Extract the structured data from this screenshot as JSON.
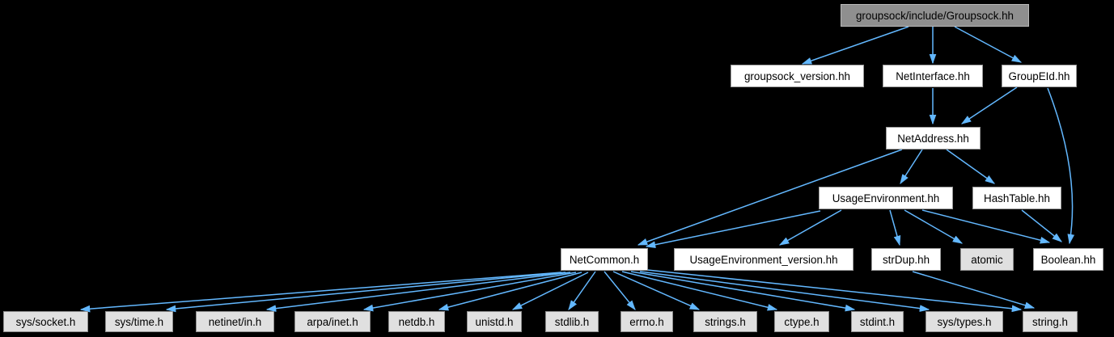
{
  "diagram": {
    "type": "include-dependency-graph",
    "root": "groupsock/include/Groupsock.hh"
  },
  "colors": {
    "background": "#000000",
    "edge": "#63b8ff",
    "node_fill": "#ffffff",
    "node_border": "#9a9a9a",
    "leaf_fill": "#e0e0e0",
    "root_fill": "#8f8f8f",
    "text": "#000000"
  },
  "nodes": {
    "root": {
      "label": "groupsock/include/Groupsock.hh",
      "kind": "root"
    },
    "groupsock_version": {
      "label": "groupsock_version.hh",
      "kind": "file"
    },
    "netinterface": {
      "label": "NetInterface.hh",
      "kind": "file"
    },
    "groupeid": {
      "label": "GroupEId.hh",
      "kind": "file"
    },
    "netaddress": {
      "label": "NetAddress.hh",
      "kind": "file"
    },
    "usageenvironment": {
      "label": "UsageEnvironment.hh",
      "kind": "file"
    },
    "hashtable": {
      "label": "HashTable.hh",
      "kind": "file"
    },
    "netcommon": {
      "label": "NetCommon.h",
      "kind": "file"
    },
    "ue_version": {
      "label": "UsageEnvironment_version.hh",
      "kind": "file"
    },
    "strdup": {
      "label": "strDup.hh",
      "kind": "file"
    },
    "atomic": {
      "label": "atomic",
      "kind": "external"
    },
    "boolean": {
      "label": "Boolean.hh",
      "kind": "file"
    },
    "sys_socket": {
      "label": "sys/socket.h",
      "kind": "external"
    },
    "sys_time": {
      "label": "sys/time.h",
      "kind": "external"
    },
    "netinet_in": {
      "label": "netinet/in.h",
      "kind": "external"
    },
    "arpa_inet": {
      "label": "arpa/inet.h",
      "kind": "external"
    },
    "netdb": {
      "label": "netdb.h",
      "kind": "external"
    },
    "unistd": {
      "label": "unistd.h",
      "kind": "external"
    },
    "stdlib": {
      "label": "stdlib.h",
      "kind": "external"
    },
    "errno": {
      "label": "errno.h",
      "kind": "external"
    },
    "strings": {
      "label": "strings.h",
      "kind": "external"
    },
    "ctype": {
      "label": "ctype.h",
      "kind": "external"
    },
    "stdint": {
      "label": "stdint.h",
      "kind": "external"
    },
    "sys_types": {
      "label": "sys/types.h",
      "kind": "external"
    },
    "string": {
      "label": "string.h",
      "kind": "external"
    }
  },
  "edges": [
    {
      "from": "root",
      "to": "groupsock_version"
    },
    {
      "from": "root",
      "to": "netinterface"
    },
    {
      "from": "root",
      "to": "groupeid"
    },
    {
      "from": "netinterface",
      "to": "netaddress"
    },
    {
      "from": "groupeid",
      "to": "netaddress"
    },
    {
      "from": "groupeid",
      "to": "boolean"
    },
    {
      "from": "netaddress",
      "to": "usageenvironment"
    },
    {
      "from": "netaddress",
      "to": "hashtable"
    },
    {
      "from": "netaddress",
      "to": "netcommon"
    },
    {
      "from": "usageenvironment",
      "to": "netcommon"
    },
    {
      "from": "usageenvironment",
      "to": "ue_version"
    },
    {
      "from": "usageenvironment",
      "to": "strdup"
    },
    {
      "from": "usageenvironment",
      "to": "atomic"
    },
    {
      "from": "usageenvironment",
      "to": "boolean"
    },
    {
      "from": "hashtable",
      "to": "boolean"
    },
    {
      "from": "strdup",
      "to": "string"
    },
    {
      "from": "netcommon",
      "to": "sys_socket"
    },
    {
      "from": "netcommon",
      "to": "sys_time"
    },
    {
      "from": "netcommon",
      "to": "netinet_in"
    },
    {
      "from": "netcommon",
      "to": "arpa_inet"
    },
    {
      "from": "netcommon",
      "to": "netdb"
    },
    {
      "from": "netcommon",
      "to": "unistd"
    },
    {
      "from": "netcommon",
      "to": "stdlib"
    },
    {
      "from": "netcommon",
      "to": "errno"
    },
    {
      "from": "netcommon",
      "to": "strings"
    },
    {
      "from": "netcommon",
      "to": "ctype"
    },
    {
      "from": "netcommon",
      "to": "stdint"
    },
    {
      "from": "netcommon",
      "to": "sys_types"
    },
    {
      "from": "netcommon",
      "to": "string"
    }
  ]
}
